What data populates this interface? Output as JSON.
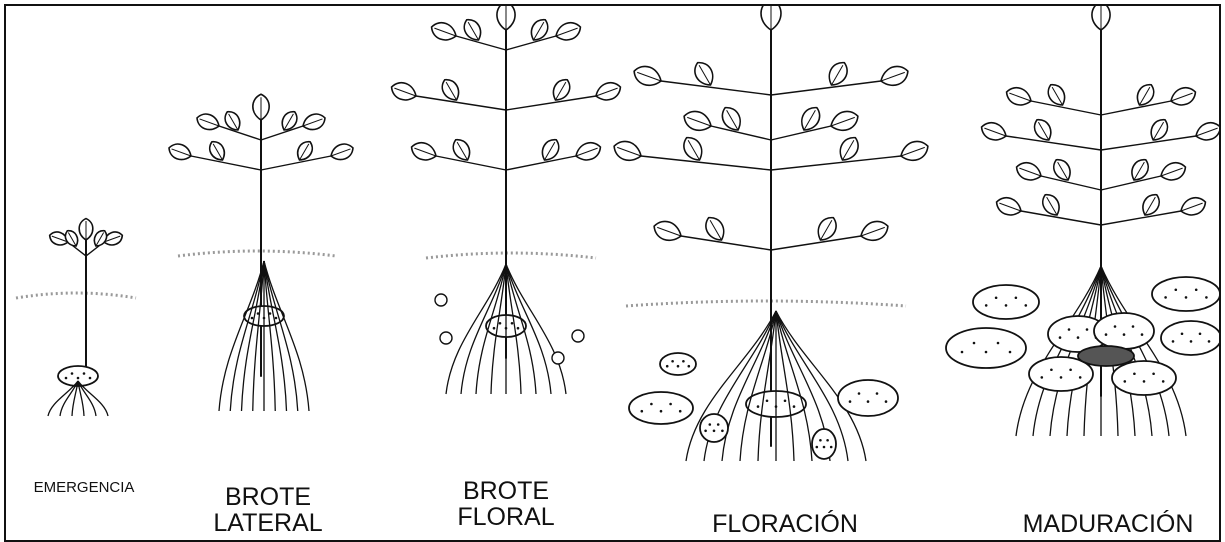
{
  "stages": [
    {
      "id": "emergencia",
      "lines": [
        "EMERGENCIA"
      ]
    },
    {
      "id": "brote-lateral",
      "lines": [
        "BROTE",
        "LATERAL"
      ]
    },
    {
      "id": "brote-floral",
      "lines": [
        "BROTE",
        "FLORAL"
      ]
    },
    {
      "id": "floracion",
      "lines": [
        "FLORACIÓN"
      ]
    },
    {
      "id": "maduracion",
      "lines": [
        "MADURACIÓN"
      ]
    }
  ],
  "colors": {
    "ink": "#111111",
    "soil": "#9a9a9a",
    "background": "#ffffff"
  }
}
